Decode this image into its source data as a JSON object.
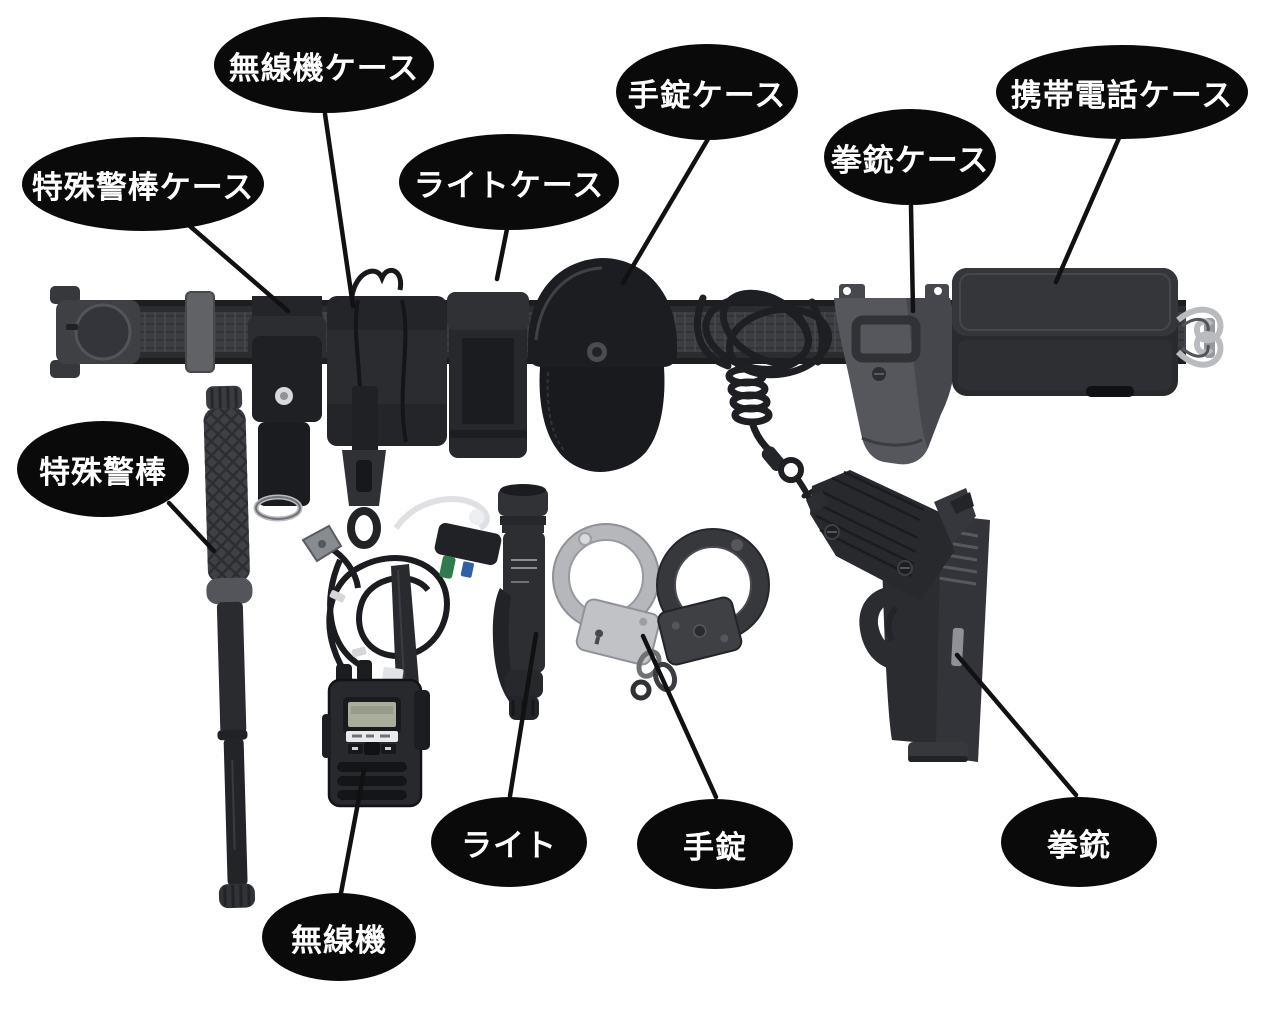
{
  "diagram": {
    "background_color": "#ffffff",
    "callout_style": {
      "bg": "#0a0a0a",
      "text_color": "#ffffff",
      "line_color": "#111111"
    },
    "callouts": {
      "baton_case": "特殊警棒ケース",
      "radio_case": "無線機ケース",
      "light_case": "ライトケース",
      "handcuff_case": "手錠ケース",
      "pistol_case": "拳銃ケース",
      "phone_case": "携帯電話ケース",
      "baton": "特殊警棒",
      "radio": "無線機",
      "light": "ライト",
      "handcuffs": "手錠",
      "pistol": "拳銃"
    },
    "equipment_ids": [
      "duty-belt",
      "baton-case",
      "radio-case",
      "light-case",
      "handcuff-case",
      "coiled-lanyard",
      "pistol-holster",
      "phone-case",
      "baton",
      "radio",
      "radio-cable",
      "flashlight",
      "handcuffs",
      "pistol"
    ]
  }
}
